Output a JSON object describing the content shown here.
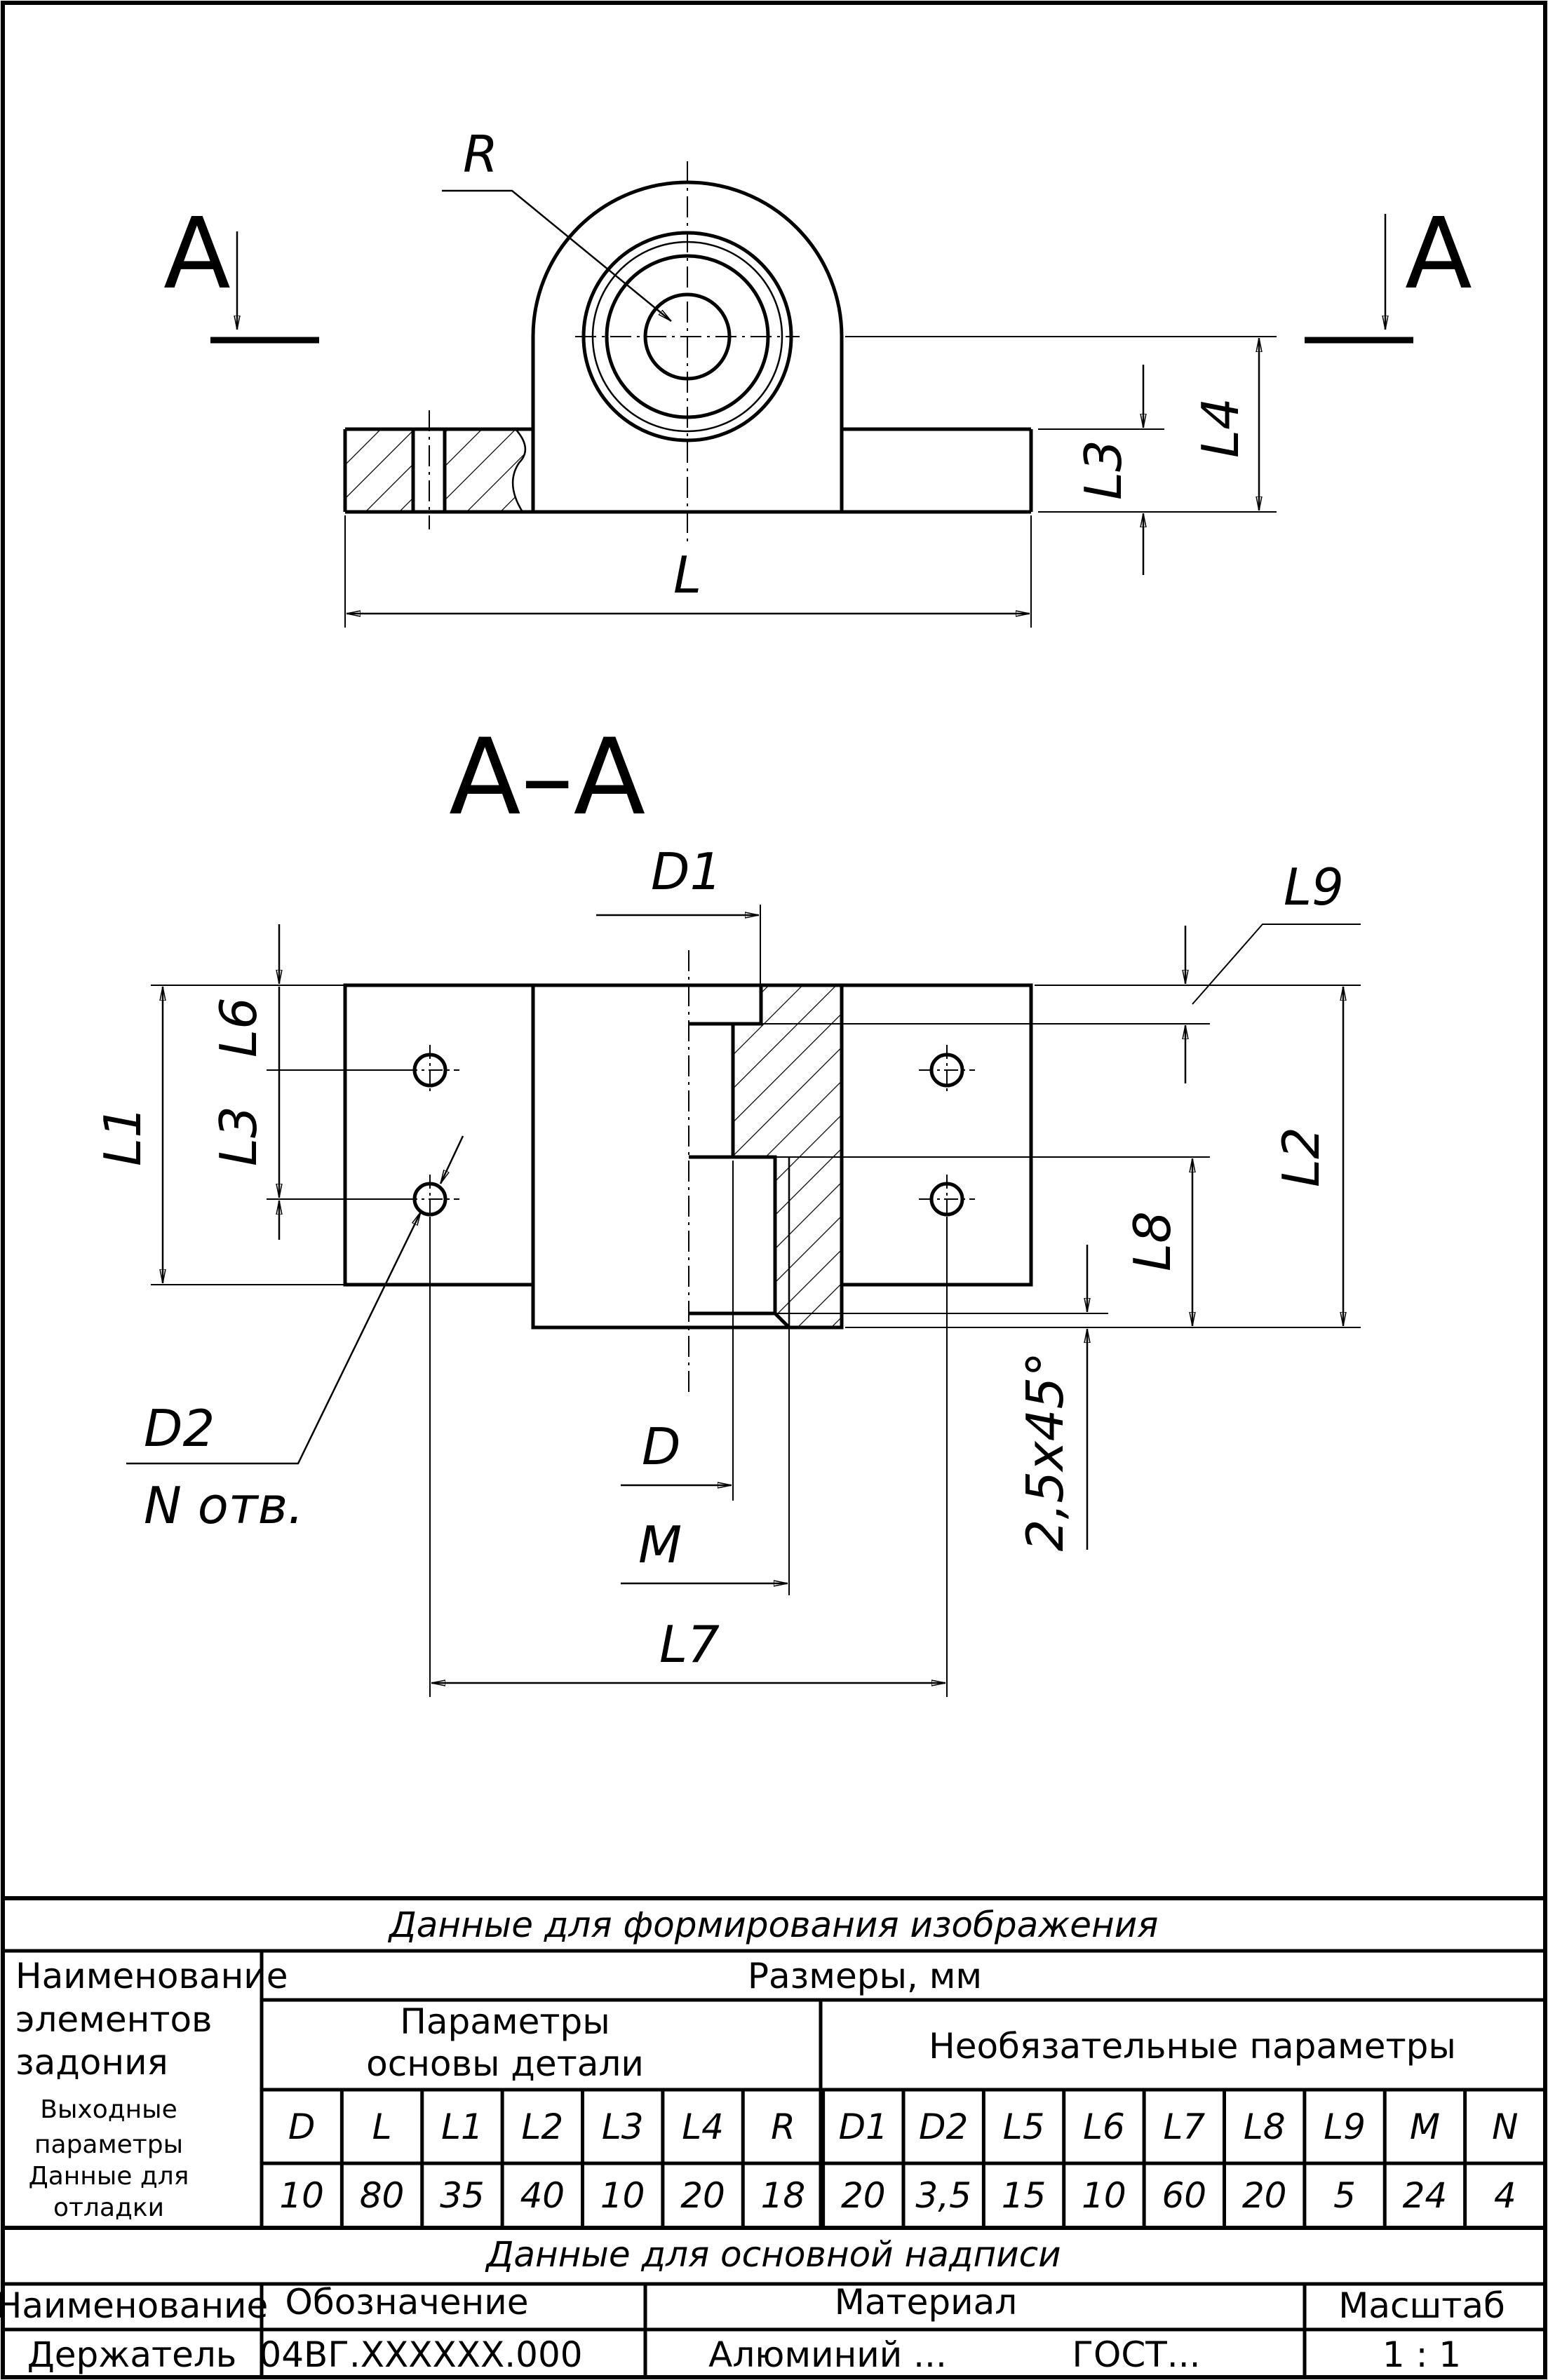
{
  "views": {
    "top": {
      "section_mark": "A",
      "labels": {
        "R": "R",
        "L": "L",
        "L3": "L3",
        "L4": "L4"
      }
    },
    "section": {
      "title": "A–A",
      "labels": {
        "D1": "D1",
        "L9": "L9",
        "L6": "L6",
        "L3": "L3",
        "L1": "L1",
        "L2": "L2",
        "L8": "L8",
        "D2": "D2",
        "N_holes": "N отв.",
        "D": "D",
        "M": "M",
        "L7": "L7",
        "chamfer": "2,5x45°"
      }
    }
  },
  "table": {
    "header": "Данные для формирования изображения",
    "name_col": "Наименование элементов задония",
    "output_params": "Выходные параметры",
    "debug_data": "Данные для отладки",
    "sizes": "Размеры, мм",
    "base_params": "Параметры основы детали",
    "optional_params": "Необязательные параметры",
    "params": [
      "D",
      "L",
      "L1",
      "L2",
      "L3",
      "L4",
      "R",
      "D1",
      "D2",
      "L5",
      "L6",
      "L7",
      "L8",
      "L9",
      "M",
      "N"
    ],
    "values": [
      "10",
      "80",
      "35",
      "40",
      "10",
      "20",
      "18",
      "20",
      "3,5",
      "15",
      "10",
      "60",
      "20",
      "5",
      "24",
      "4"
    ]
  },
  "title_block": {
    "header": "Данные для основной надписи",
    "col_name": "Наименование",
    "col_designation": "Обозначение",
    "col_material": "Материал",
    "col_scale": "Масштаб",
    "name": "Держатель",
    "designation": "04ВГ.XXXXXX.000",
    "material": "Алюминий ...",
    "standard": "ГОСТ...",
    "scale": "1 : 1"
  }
}
